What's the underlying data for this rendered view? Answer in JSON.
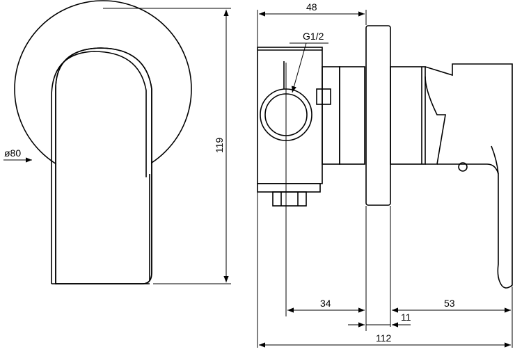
{
  "drawing": {
    "front_view": {
      "rosette_diameter_label": "ø80",
      "height_label": "119"
    },
    "side_view": {
      "depth_total_label": "48",
      "thread_label": "G1/2",
      "axis_to_wall_label": "34",
      "plate_thickness_label": "11",
      "handle_projection_label": "53",
      "overall_length_label": "112"
    }
  }
}
